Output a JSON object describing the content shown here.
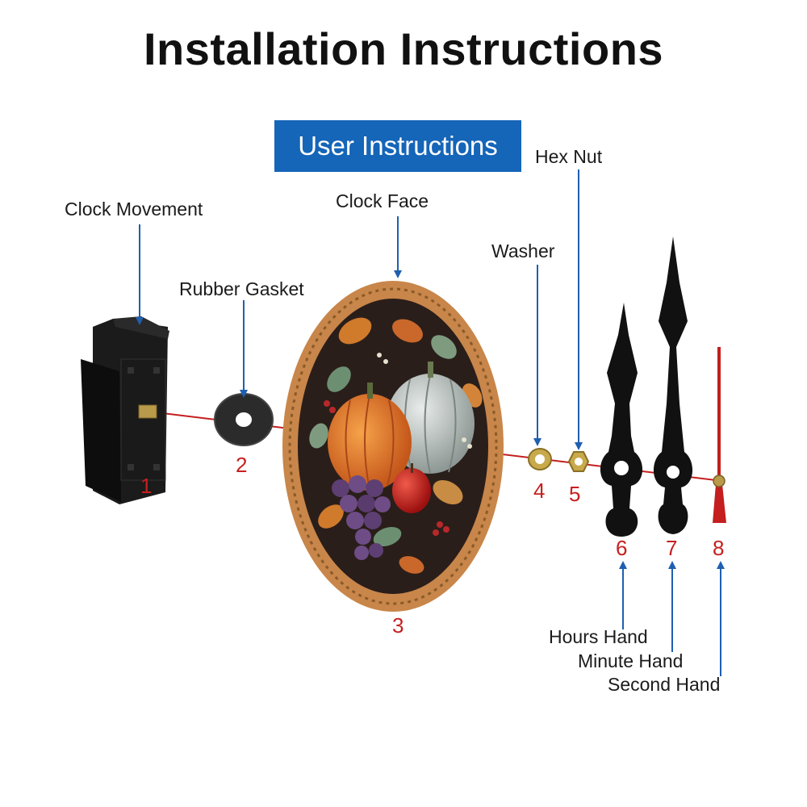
{
  "title": "Installation Instructions",
  "banner": "User Instructions",
  "parts": [
    {
      "number": "1",
      "label": "Clock Movement"
    },
    {
      "number": "2",
      "label": "Rubber Gasket"
    },
    {
      "number": "3",
      "label": "Clock Face"
    },
    {
      "number": "4",
      "label": "Washer"
    },
    {
      "number": "5",
      "label": "Hex Nut"
    },
    {
      "number": "6",
      "label": "Hours Hand"
    },
    {
      "number": "7",
      "label": "Minute Hand"
    },
    {
      "number": "8",
      "label": "Second Hand"
    }
  ],
  "colors": {
    "banner": "#1565b8",
    "arrow": "#1f5fb0",
    "number": "#c62020",
    "axis_line": "#c41e1e",
    "clock_face_border": "#c8864a",
    "clock_face_bg": "#2a1e1a"
  }
}
